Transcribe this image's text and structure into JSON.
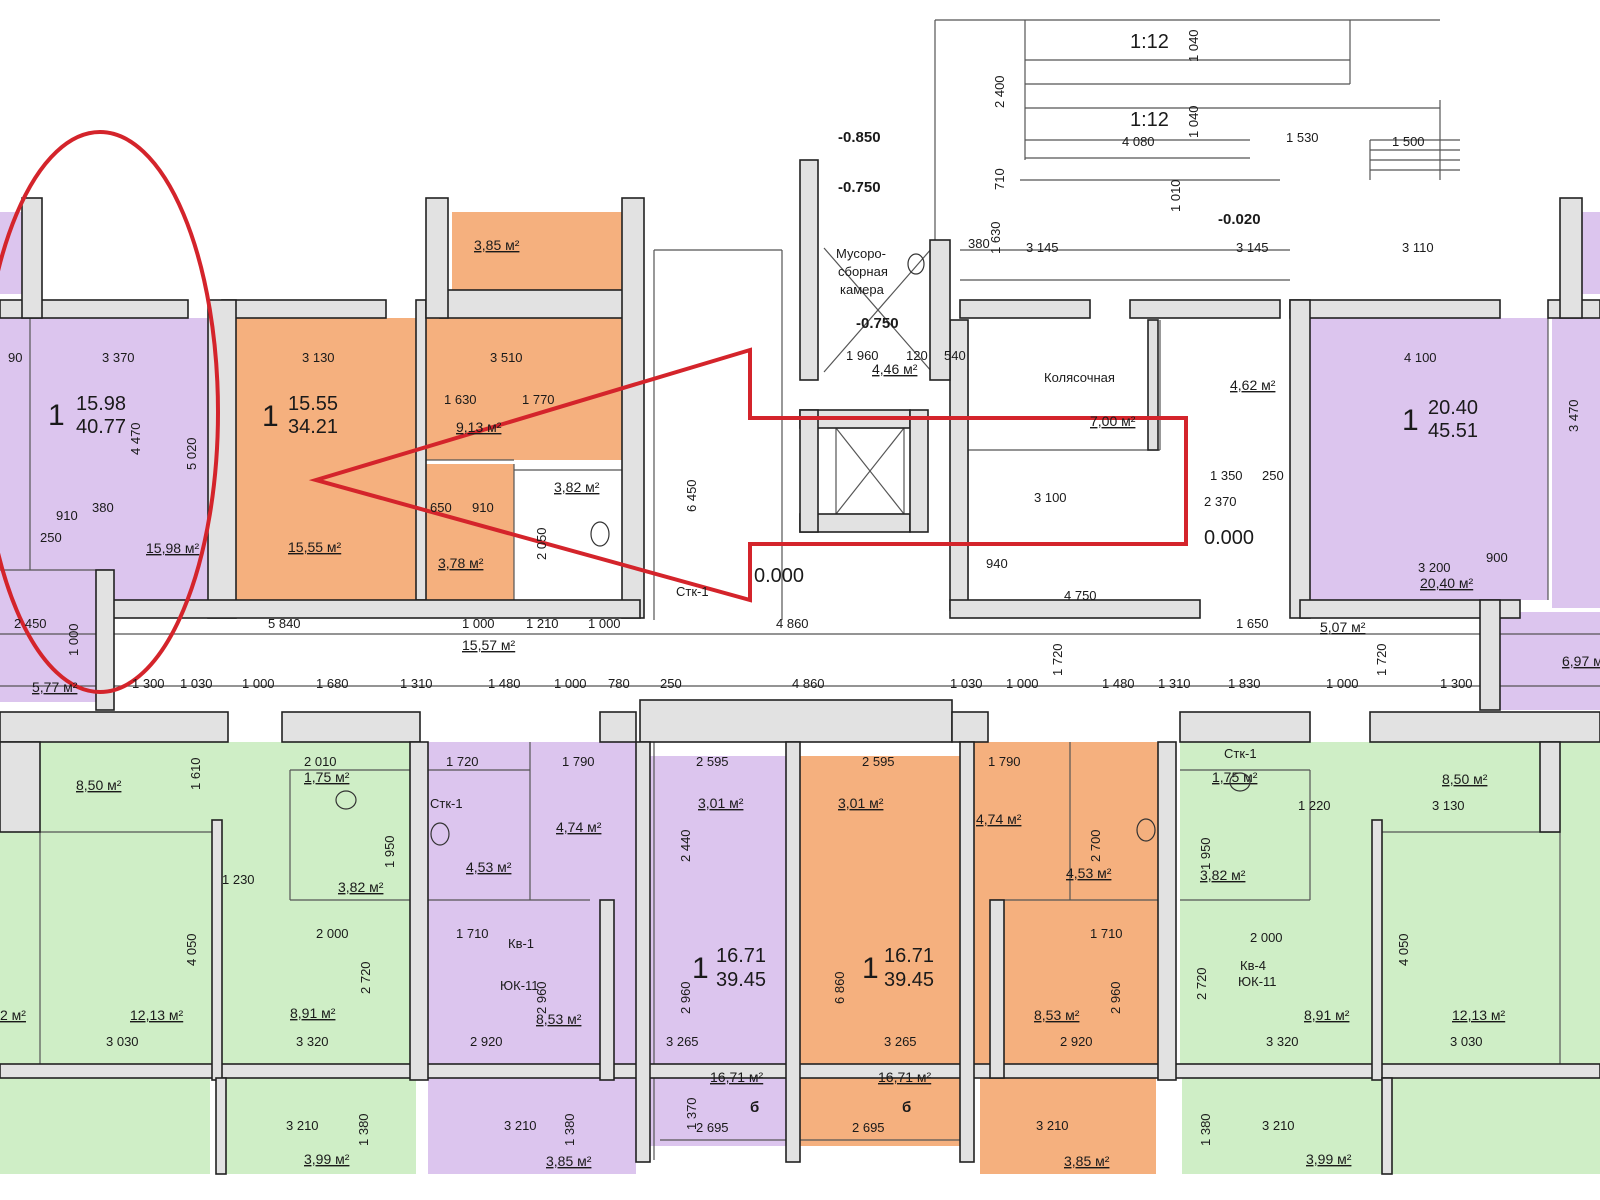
{
  "colors": {
    "purple": "#dcc5ee",
    "orange": "#f5b07e",
    "green": "#cfeec6",
    "wall": "#e2e2e2",
    "wall_stroke": "#222222",
    "annotation": "#d4242b"
  },
  "apartments": [
    {
      "id": "apt-left-top",
      "rooms": "1",
      "living": "15.98",
      "total": "40.77",
      "color": "purple"
    },
    {
      "id": "apt-orange-top",
      "rooms": "1",
      "living": "15.55",
      "total": "34.21",
      "color": "orange"
    },
    {
      "id": "apt-right-top",
      "rooms": "1",
      "living": "20.40",
      "total": "45.51",
      "color": "purple"
    },
    {
      "id": "apt-purple-bottom",
      "rooms": "1",
      "living": "16.71",
      "total": "39.45",
      "color": "purple"
    },
    {
      "id": "apt-orange-bottom",
      "rooms": "1",
      "living": "16.71",
      "total": "39.45",
      "color": "orange"
    }
  ],
  "area_labels": {
    "a1": "3,85 м²",
    "a2": "15,98 м²",
    "a3": "9,13 м²",
    "a4": "3,82 м²",
    "a5": "15,55 м²",
    "a6": "3,78 м²",
    "a7": "15,57 м²",
    "a8": "4,46 м²",
    "a9": "7,00 м²",
    "a10": "4,62 м²",
    "a11": "20,40 м²",
    "a12": "5,07 м²",
    "a13": "5,77 м²",
    "a14": "6,97 м²",
    "a15": "8,50 м²",
    "a16": "1,75 м²",
    "a17": "3,82 м²",
    "a18": "12,13 м²",
    "a19": "8,91 м²",
    "a20": "4,53 м²",
    "a21": "4,74 м²",
    "a22": "8,53 м²",
    "a23": "3,01 м²",
    "a24": "16,71 м²",
    "a25": "3,01 м²",
    "a26": "4,74 м²",
    "a27": "4,53 м²",
    "a28": "8,53 м²",
    "a29": "16,71 м²",
    "a30": "1,75 м²",
    "a31": "3,82 м²",
    "a32": "8,50 м²",
    "a33": "8,91 м²",
    "a34": "12,13 м²",
    "a35": "3,99 м²",
    "a36": "3,85 м²",
    "a37": "3,85 м²",
    "a38": "3,99 м²",
    "a39": "2 м²"
  },
  "levels": {
    "l1": "-0.850",
    "l2": "-0.750",
    "l3": "-0.750",
    "l4": "-0.020",
    "l5": "0.000",
    "l6": "0.000"
  },
  "notes": {
    "garbage_1": "Мусоро-",
    "garbage_2": "сборная",
    "garbage_3": "камера",
    "stroller": "Колясочная",
    "stk_1": "Стк-1",
    "stk_2": "Стк-1",
    "stk_3": "Стк-1",
    "kv1": "Кв-1",
    "kv1_sub": "ЮК-11",
    "kv4": "Кв-4",
    "kv4_sub": "ЮК-11",
    "ramp_1": "1:12",
    "ramp_2": "1:12",
    "b1": "б",
    "b2": "б"
  },
  "dims": {
    "d1": "3 370",
    "d2": "3 130",
    "d3": "3 510",
    "d4": "1 630",
    "d5": "1 770",
    "d6": "90",
    "d7": "4 470",
    "d8": "5 020",
    "d9": "910",
    "d10": "380",
    "d11": "250",
    "d12": "2 450",
    "d13": "1 000",
    "d14": "5 840",
    "d15": "1 000",
    "d16": "1 210",
    "d17": "1 000",
    "d18": "6 450",
    "d19": "4 860",
    "d20": "1 960",
    "d21": "120",
    "d22": "540",
    "d23": "3 145",
    "d24": "3 145",
    "d25": "3 110",
    "d26": "380",
    "d27": "1 630",
    "d28": "4 080",
    "d29": "1 530",
    "d30": "1 500",
    "d31": "2 400",
    "d32": "1 040",
    "d33": "1 040",
    "d34": "710",
    "d35": "1 010",
    "d36": "3 100",
    "d37": "4 750",
    "d38": "940",
    "d39": "2 370",
    "d40": "1 350",
    "d41": "250",
    "d42": "4 100",
    "d43": "3 470",
    "d44": "3 200",
    "d45": "900",
    "d46": "1 650",
    "d47": "1 300",
    "d48": "1 030",
    "d49": "1 000",
    "d50": "1 680",
    "d51": "1 310",
    "d52": "1 480",
    "d53": "1 000",
    "d54": "780",
    "d55": "250",
    "d56": "4 860",
    "d57": "1 030",
    "d58": "1 000",
    "d59": "1 720",
    "d60": "1 480",
    "d61": "1 310",
    "d62": "1 830",
    "d63": "1 000",
    "d64": "1 720",
    "d65": "1 300",
    "d66": "2 010",
    "d67": "1 720",
    "d68": "1 790",
    "d69": "2 595",
    "d70": "2 595",
    "d71": "1 790",
    "d72": "1 610",
    "d73": "1 230",
    "d74": "1 950",
    "d75": "2 000",
    "d76": "4 050",
    "d77": "2 720",
    "d78": "3 030",
    "d79": "3 320",
    "d80": "1 710",
    "d81": "2 960",
    "d82": "2 920",
    "d83": "3 265",
    "d84": "2 440",
    "d85": "2 960",
    "d86": "6 860",
    "d87": "3 265",
    "d88": "2 700",
    "d89": "1 710",
    "d90": "2 960",
    "d91": "2 920",
    "d92": "1 950",
    "d93": "3 130",
    "d94": "1 220",
    "d95": "2 000",
    "d96": "2 720",
    "d97": "3 320",
    "d98": "4 050",
    "d99": "3 030",
    "d100": "3 210",
    "d101": "1 380",
    "d102": "3 210",
    "d103": "1 370",
    "d104": "2 695",
    "d105": "2 695",
    "d106": "3 210",
    "d107": "1 380",
    "d108": "3 210",
    "d109": "1 380",
    "d110": "2 050",
    "d111": "650",
    "d112": "910"
  }
}
